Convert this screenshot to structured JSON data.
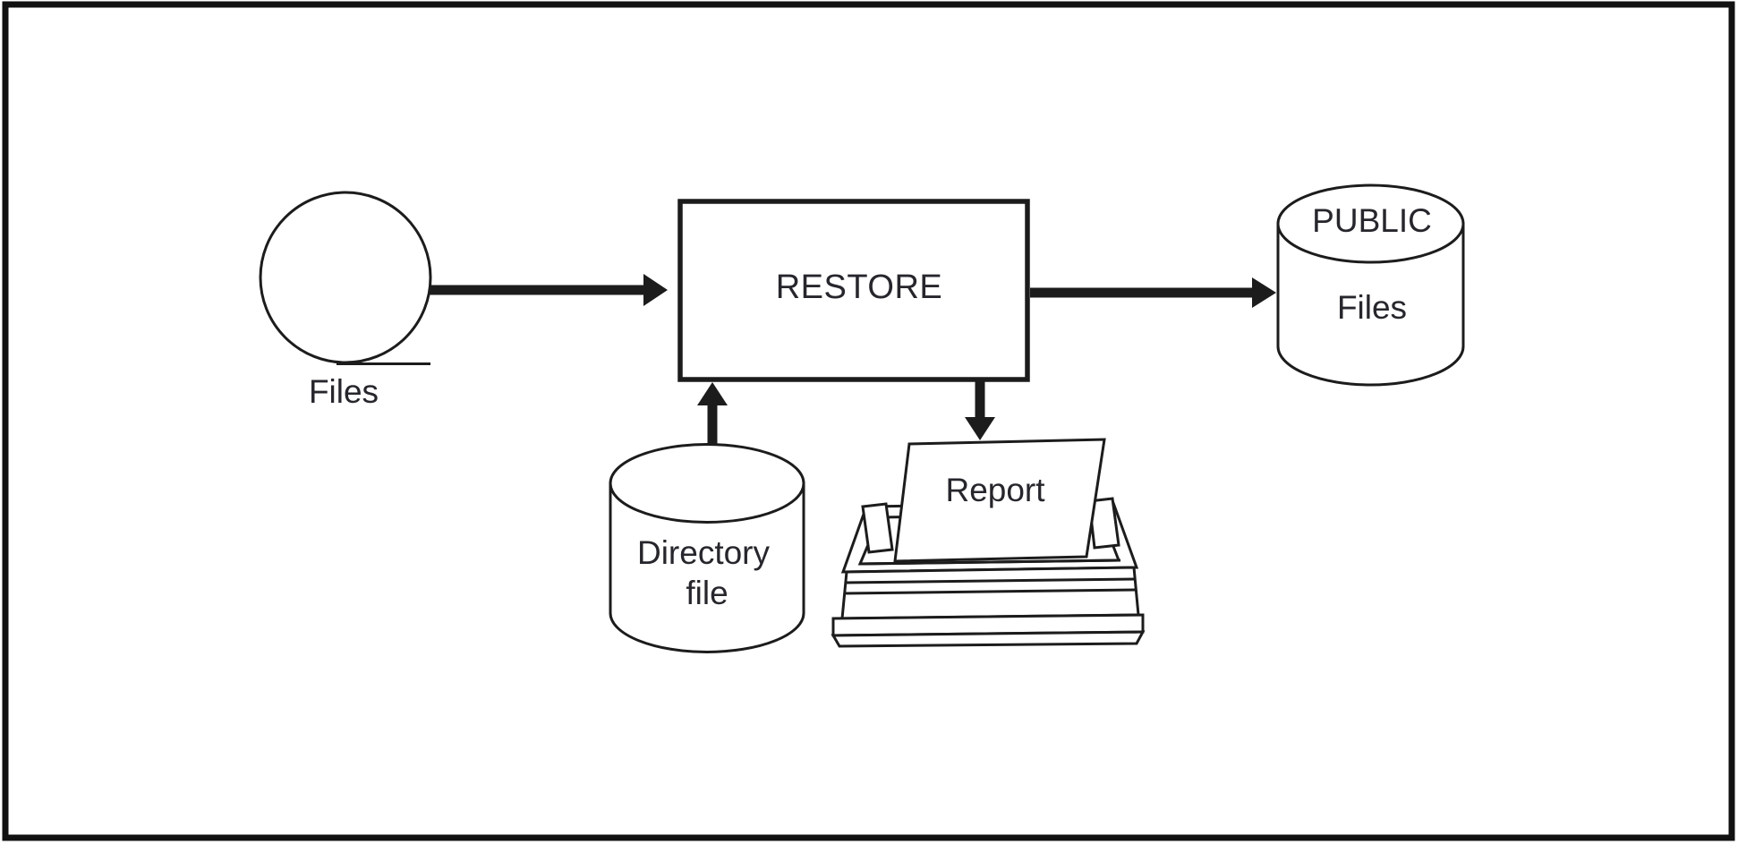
{
  "diagram": {
    "title_hint": "RESTORE process flow diagram",
    "colors": {
      "background": "#ffffff",
      "line": "#1c1c1c",
      "text": "#26262c",
      "border": "#111111"
    },
    "nodes": {
      "tape": {
        "label": "Files"
      },
      "process": {
        "label": "RESTORE"
      },
      "public_disk": {
        "label_top": "PUBLIC",
        "label_body": "Files"
      },
      "directory_disk": {
        "label_line1": "Directory",
        "label_line2": "file"
      },
      "printer": {
        "label": "Report"
      }
    },
    "edges": [
      {
        "from": "tape",
        "to": "process"
      },
      {
        "from": "process",
        "to": "public_disk"
      },
      {
        "from": "directory_disk",
        "to": "process"
      },
      {
        "from": "process",
        "to": "printer"
      }
    ]
  }
}
